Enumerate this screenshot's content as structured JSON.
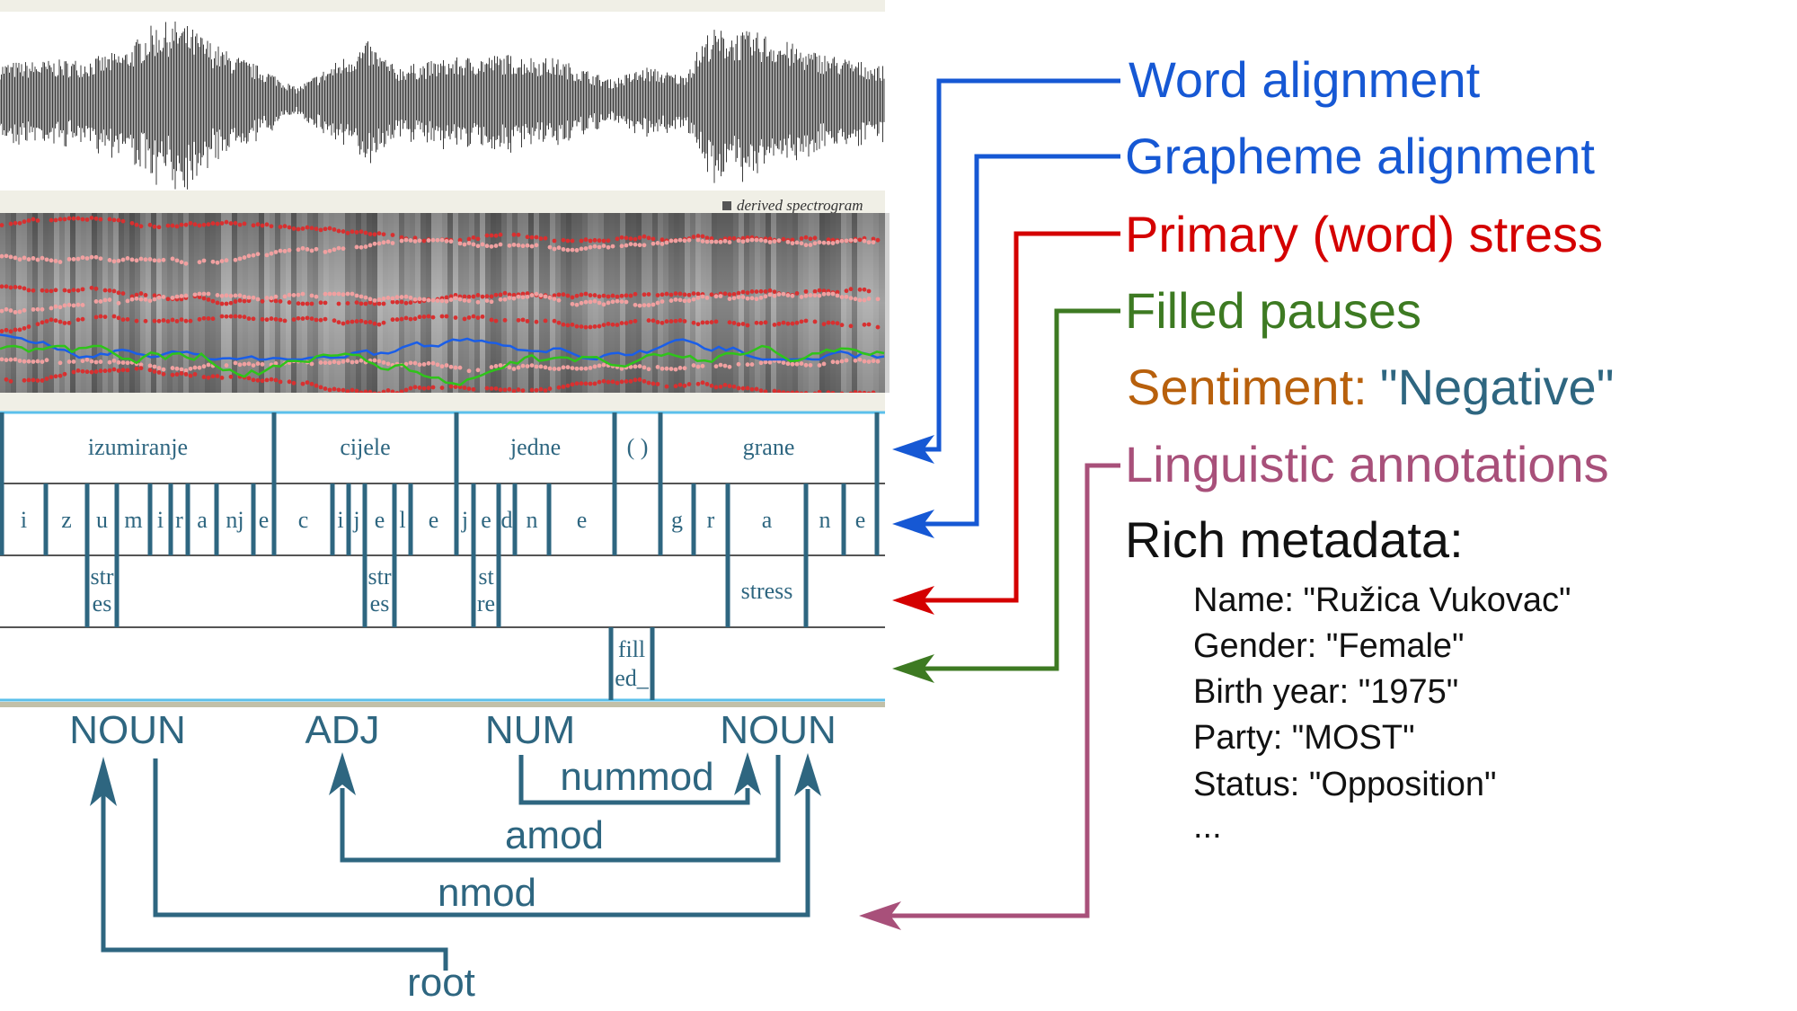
{
  "colors": {
    "tier": "#2e6680",
    "word_alignment": "#1658d4",
    "grapheme_alignment": "#1658d4",
    "stress": "#d40000",
    "filled_pauses": "#3d7a22",
    "sentiment_label": "#b8600c",
    "sentiment_value": "#2e6680",
    "linguistic": "#a8507a",
    "pitch_line": "#1a5ee8",
    "intensity_line": "#2fc41a"
  },
  "spectrogram": {
    "label": "derived spectrogram"
  },
  "tiers": {
    "words": [
      {
        "text": "izumiranje"
      },
      {
        "text": "cijele"
      },
      {
        "text": "jedne"
      },
      {
        "text": "( )"
      },
      {
        "text": "grane"
      }
    ],
    "graphemes": [
      "i",
      "z",
      "u",
      "m",
      "i",
      "r",
      "a",
      "nj",
      "e",
      "c",
      "i",
      "j",
      "e",
      "l",
      "e",
      "j",
      "e",
      "d",
      "n",
      "e",
      "",
      "g",
      "r",
      "a",
      "n",
      "e"
    ],
    "stress": [
      {
        "text": "str es"
      },
      {
        "text": "str es"
      },
      {
        "text": "st re"
      },
      {
        "text": "stress"
      }
    ],
    "filled_pauses": [
      {
        "text": "fill ed_"
      }
    ]
  },
  "dependency": {
    "tokens": [
      "NOUN",
      "ADJ",
      "NUM",
      "NOUN"
    ],
    "relations": [
      "root",
      "nmod",
      "amod",
      "nummod"
    ]
  },
  "legend": {
    "word_alignment": "Word alignment",
    "grapheme_alignment": "Grapheme alignment",
    "primary_stress": "Primary (word) stress",
    "filled_pauses": "Filled pauses",
    "sentiment_label": "Sentiment:",
    "sentiment_value": "\"Negative\"",
    "linguistic": "Linguistic annotations",
    "rich_metadata": "Rich metadata:"
  },
  "metadata": [
    "Name: \"Ružica Vukovac\"",
    "Gender: \"Female\"",
    "Birth year: \"1975\"",
    "Party: \"MOST\"",
    "Status: \"Opposition\"",
    "..."
  ]
}
